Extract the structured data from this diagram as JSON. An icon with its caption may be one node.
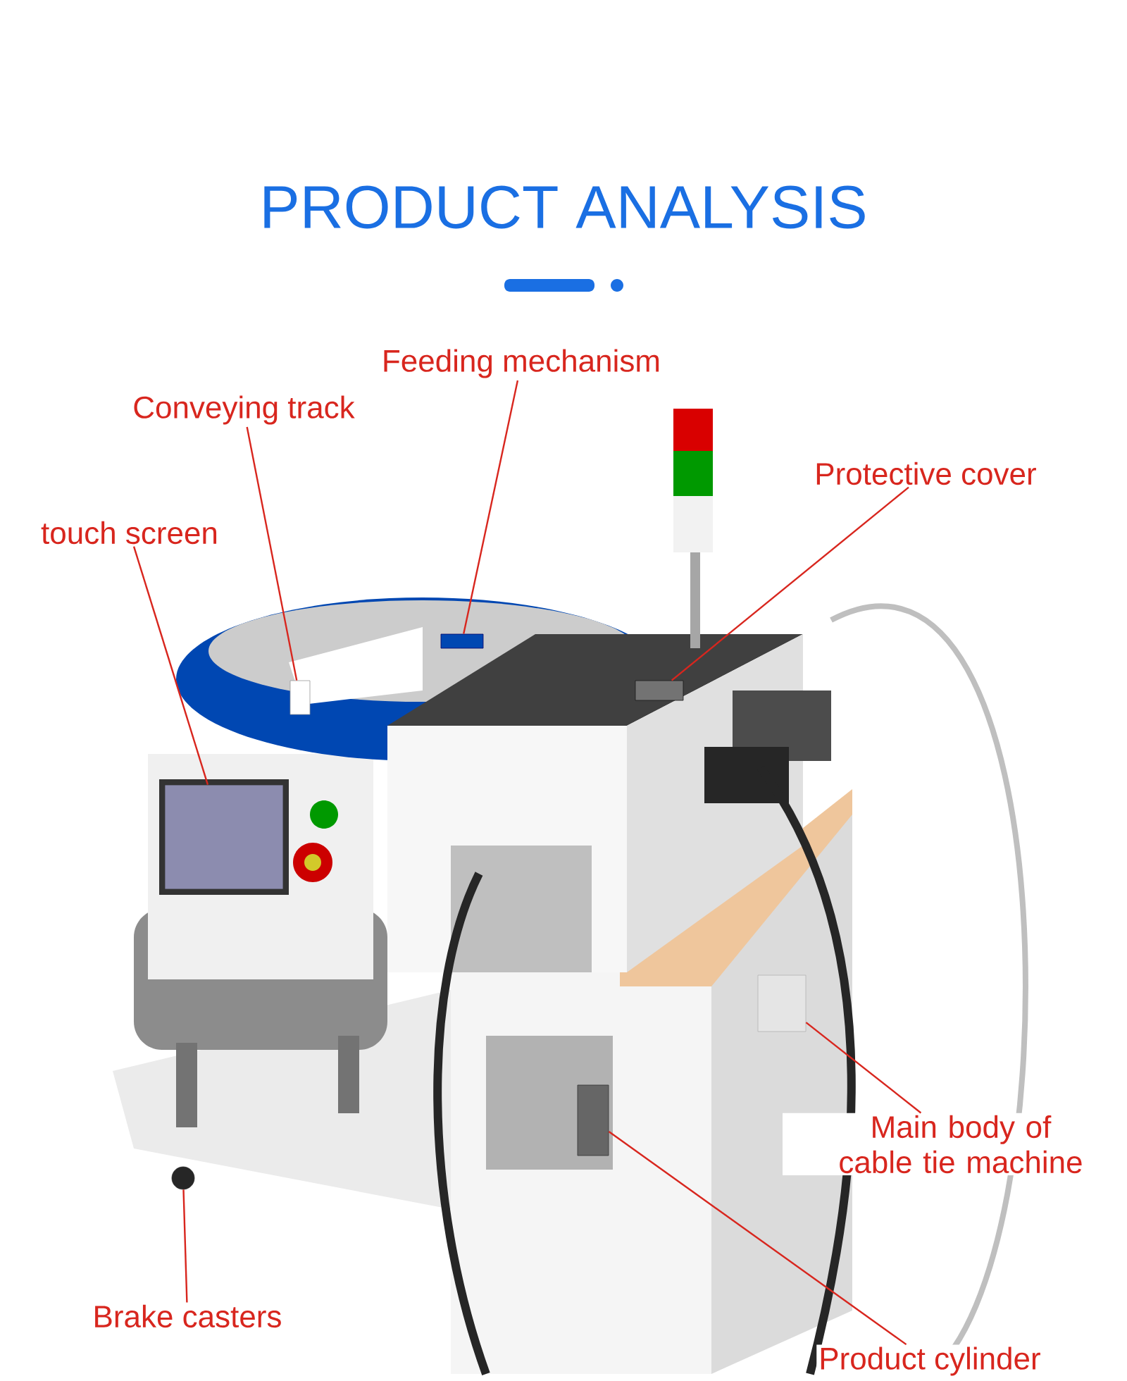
{
  "diagram": {
    "title": "PRODUCT ANALYSIS",
    "nodes": [
      {
        "text": [
          "Feeding mechanism"
        ]
      },
      {
        "text": [
          "Conveying track"
        ]
      },
      {
        "text": [
          "touch screen"
        ]
      },
      {
        "text": [
          "Protective cover"
        ]
      },
      {
        "text": [
          "Main body of cable tie machine"
        ]
      },
      {
        "text": [
          "Brake casters"
        ]
      },
      {
        "text": [
          "Product cylinder"
        ]
      },
      {
        "text": [],
        "shape": "box"
      },
      {
        "text": [],
        "shape": "box"
      },
      {
        "text": [],
        "shape": "box"
      },
      {
        "text": [],
        "shape": "box"
      },
      {
        "text": [],
        "shape": "box"
      },
      {
        "text": [],
        "shape": "circle"
      },
      {
        "text": [],
        "shape": "box"
      }
    ],
    "edges": [
      {
        "from": 0,
        "to": 7,
        "arrow": "none"
      },
      {
        "from": 1,
        "to": 8,
        "arrow": "none"
      },
      {
        "from": 2,
        "to": 9,
        "arrow": "none"
      },
      {
        "from": 3,
        "to": 10,
        "arrow": "none"
      },
      {
        "from": 4,
        "to": 11,
        "arrow": "none"
      },
      {
        "from": 5,
        "to": 12,
        "arrow": "none"
      },
      {
        "from": 6,
        "to": 13,
        "arrow": "none"
      }
    ]
  }
}
